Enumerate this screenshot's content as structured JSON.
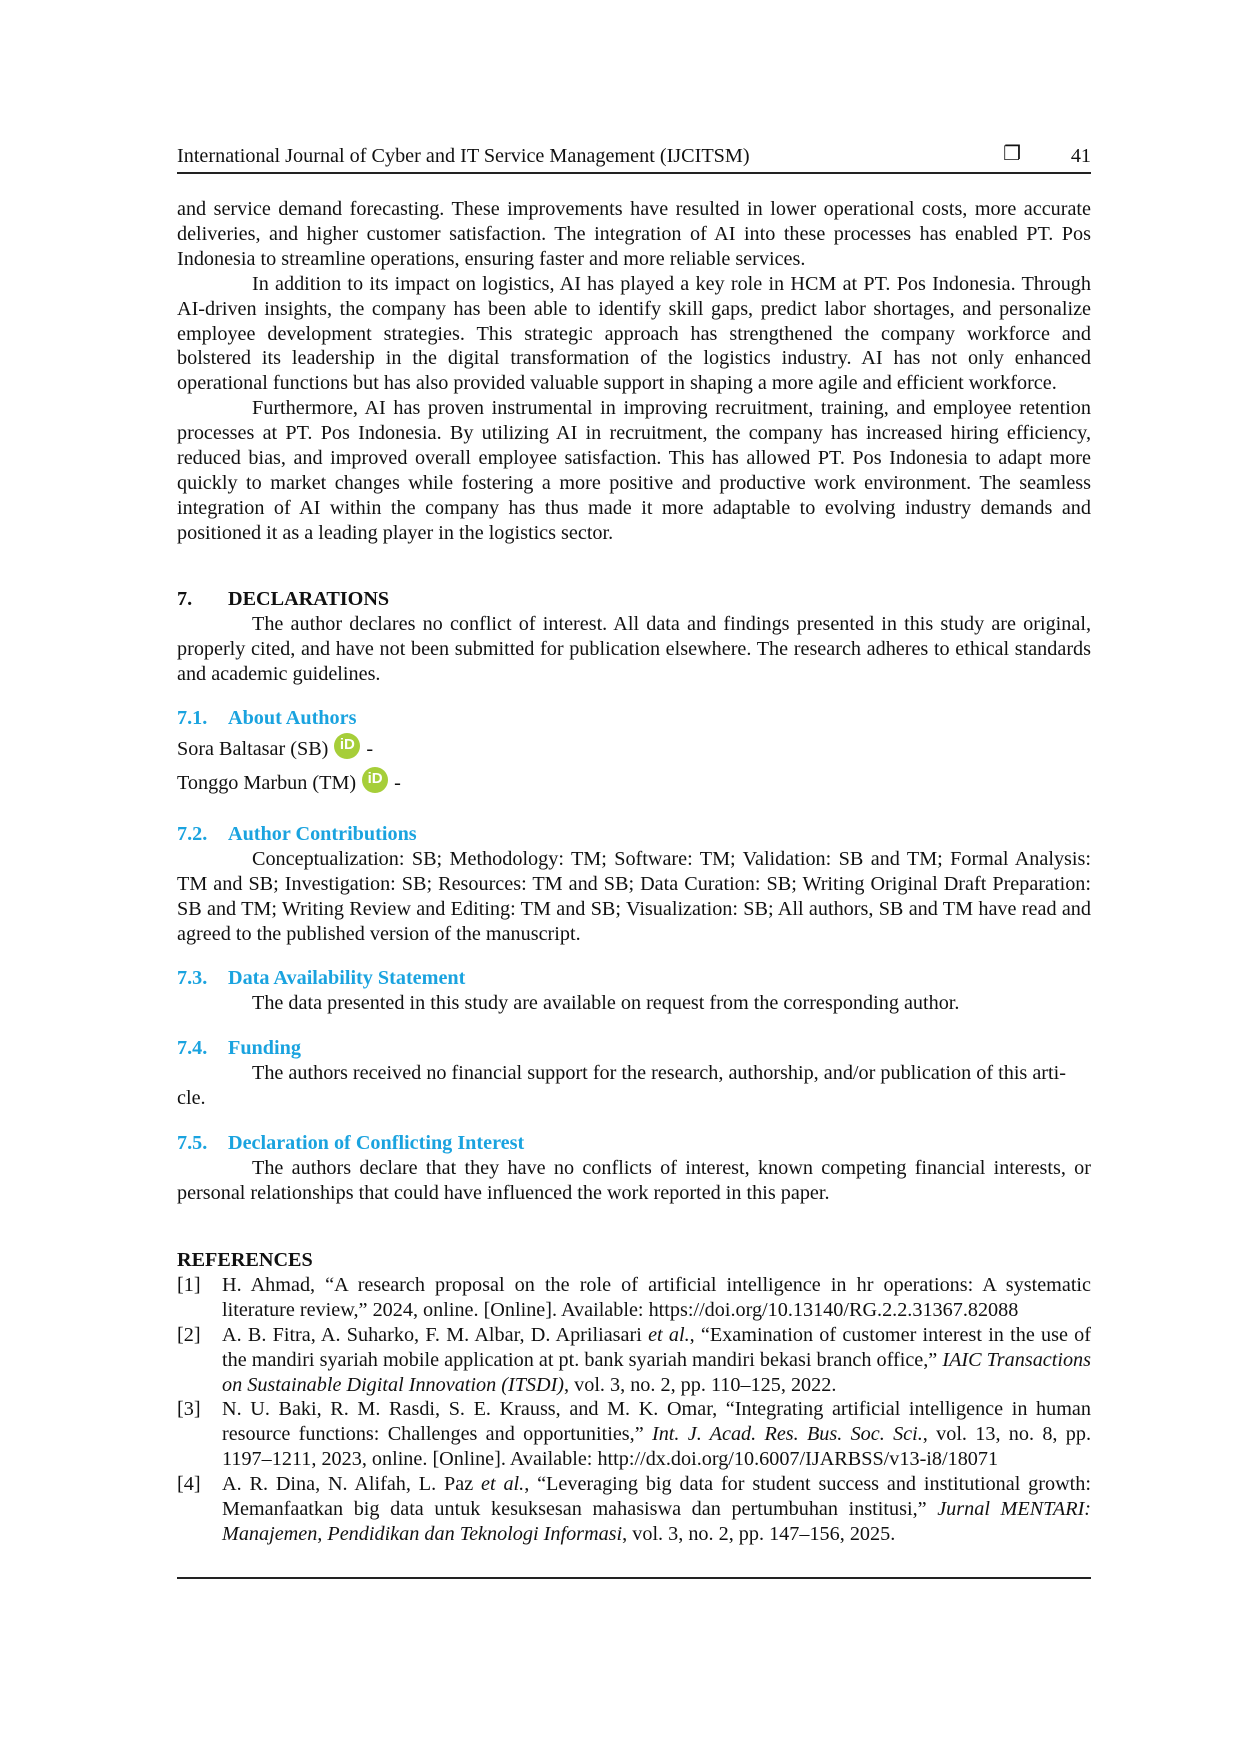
{
  "header": {
    "journal": "International Journal of Cyber and IT Service Management (IJCITSM)",
    "box_glyph": "❐",
    "page": "41"
  },
  "body": {
    "p1": "and service demand forecasting. These improvements have resulted in lower operational costs, more accurate deliveries, and higher customer satisfaction. The integration of AI into these processes has enabled PT. Pos Indonesia to streamline operations, ensuring faster and more reliable services.",
    "p2": "In addition to its impact on logistics, AI has played a key role in HCM at PT. Pos Indonesia. Through AI-driven insights, the company has been able to identify skill gaps, predict labor shortages, and personalize employee development strategies. This strategic approach has strengthened the company workforce and bolstered its leadership in the digital transformation of the logistics industry. AI has not only enhanced operational functions but has also provided valuable support in shaping a more agile and efficient workforce.",
    "p3": "Furthermore, AI has proven instrumental in improving recruitment, training, and employee retention processes at PT. Pos Indonesia. By utilizing AI in recruitment, the company has increased hiring efficiency, reduced bias, and improved overall employee satisfaction. This has allowed PT. Pos Indonesia to adapt more quickly to market changes while fostering a more positive and productive work environment. The seamless integration of AI within the company has thus made it more adaptable to evolving industry demands and positioned it as a leading player in the logistics sector."
  },
  "declarations": {
    "num": "7.",
    "title": "DECLARATIONS",
    "text": "The author declares no conflict of interest. All data and findings presented in this study are original, properly cited, and have not been submitted for publication elsewhere. The research adheres to ethical standards and academic guidelines.",
    "about": {
      "num": "7.1.",
      "title": "About Authors",
      "authors": [
        {
          "name": "Sora Baltasar (SB)",
          "suffix": "-"
        },
        {
          "name": "Tonggo Marbun (TM)",
          "suffix": "-"
        }
      ],
      "orcid_icon": "orcid-icon",
      "orcid_label": "iD"
    },
    "contrib": {
      "num": "7.2.",
      "title": "Author Contributions",
      "text": "Conceptualization: SB; Methodology: TM; Software: TM; Validation: SB and TM; Formal Analysis: TM and SB; Investigation: SB; Resources: TM and SB; Data Curation: SB; Writing Original Draft Preparation: SB and TM; Writing Review and Editing: TM and SB; Visualization: SB; All authors, SB and TM have read and agreed to the published version of the manuscript."
    },
    "data": {
      "num": "7.3.",
      "title": "Data Availability Statement",
      "text": "The data presented in this study are available on request from the corresponding author."
    },
    "funding": {
      "num": "7.4.",
      "title": "Funding",
      "text": "The authors received no financial support for the research, authorship, and/or publication of this arti-",
      "text2": "cle."
    },
    "conflict": {
      "num": "7.5.",
      "title": "Declaration of Conflicting Interest",
      "text": "The authors declare that they have no conflicts of interest, known competing financial interests, or personal relationships that could have influenced the work reported in this paper."
    }
  },
  "references": {
    "title": "REFERENCES",
    "items": [
      {
        "n": "[1]",
        "a": "H. Ahmad, “A research proposal on the role of artificial intelligence in hr operations: A systematic literature review,” 2024, online. [Online]. Available: https://doi.org/10.13140/RG.2.2.31367.82088",
        "i": "",
        "b": "",
        "i2": "",
        "c": ""
      },
      {
        "n": "[2]",
        "a": "A. B. Fitra, A. Suharko, F. M. Albar, D. Apriliasari ",
        "i": "et al.",
        "b": ", “Examination of customer interest in the use of the mandiri syariah mobile application at pt. bank syariah mandiri bekasi branch office,” ",
        "i2": "IAIC Transactions on Sustainable Digital Innovation (ITSDI)",
        "c": ", vol. 3, no. 2, pp. 110–125, 2022."
      },
      {
        "n": "[3]",
        "a": "N. U. Baki, R. M. Rasdi, S. E. Krauss, and M. K. Omar, “Integrating artificial intelligence in human resource functions: Challenges and opportunities,” ",
        "i": "Int. J. Acad. Res. Bus. Soc. Sci.",
        "b": ", vol. 13, no. 8, pp. 1197–1211, 2023, online. [Online]. Available: http://dx.doi.org/10.6007/IJARBSS/v13-i8/18071",
        "i2": "",
        "c": ""
      },
      {
        "n": "[4]",
        "a": "A. R. Dina, N. Alifah, L. Paz ",
        "i": "et al.",
        "b": ", “Leveraging big data for student success and institutional growth: Memanfaatkan big data untuk kesuksesan mahasiswa dan pertumbuhan institusi,” ",
        "i2": "Jurnal MENTARI: Manajemen, Pendidikan dan Teknologi Informasi",
        "c": ", vol. 3, no. 2, pp. 147–156, 2025."
      }
    ]
  },
  "colors": {
    "heading": "#1aa3df",
    "orcid": "#a6ce39"
  }
}
